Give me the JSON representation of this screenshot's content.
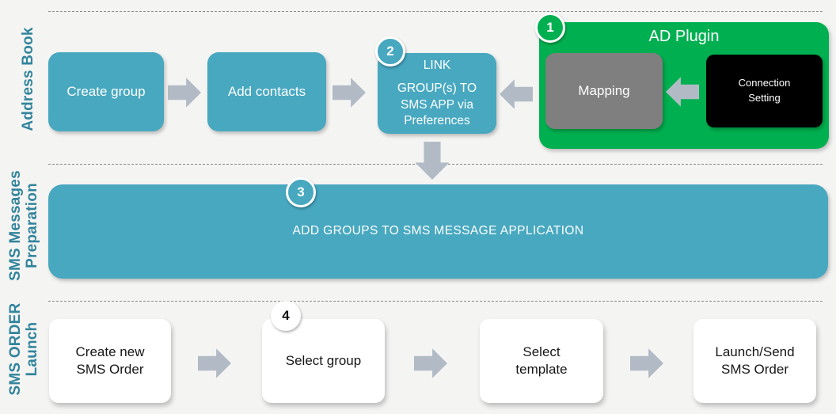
{
  "colors": {
    "teal": "#47A8C0",
    "lane_label_teal": "#31849B",
    "green": "#00B050",
    "gray_box": "#7F7F7F",
    "black_box": "#000000",
    "arrow_gray": "#B2BBC5",
    "background": "#F4F4F3"
  },
  "lanes": {
    "address_book": "Address Book",
    "sms_messages_preparation": "SMS Messages\nPreparation",
    "sms_order_launch": "SMS ORDER\nLaunch"
  },
  "badges": {
    "step1": "1",
    "step2": "2",
    "step3": "3",
    "step4": "4"
  },
  "address_book_row": {
    "create_group": "Create group",
    "add_contacts": "Add contacts",
    "link_heading": "LINK",
    "link_body": "GROUP(s) TO SMS APP via Preferences"
  },
  "ad_plugin": {
    "title": "AD Plugin",
    "mapping": "Mapping",
    "connection_setting": "Connection Setting"
  },
  "preparation_row": {
    "add_groups_to_sms": "ADD GROUPS TO SMS MESSAGE APPLICATION"
  },
  "order_row": {
    "create_new_sms_order": "Create new SMS Order",
    "select_group": "Select group",
    "select_template": "Select template",
    "launch_send_sms_order": "Launch/Send SMS Order"
  }
}
